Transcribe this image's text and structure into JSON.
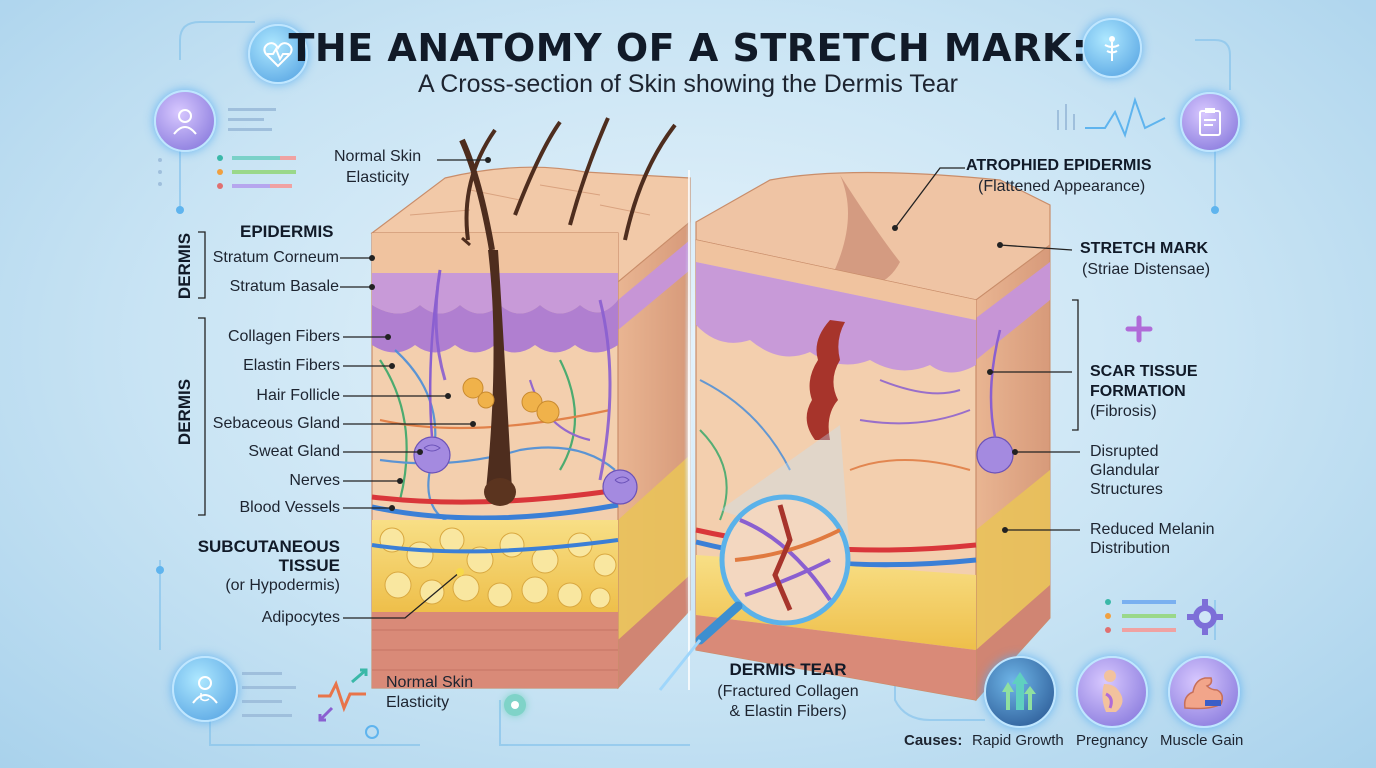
{
  "title": "THE ANATOMY OF A STRETCH MARK:",
  "subtitle": "A Cross-section of Skin showing the Dermis Tear",
  "left_labels": {
    "normal_skin": [
      "Normal Skin",
      "Elasticity"
    ],
    "epidermis_group": "EPIDERMIS",
    "epidermis_side": "DERMIS",
    "stratum_corneum": "Stratum Corneum",
    "stratum_basale": "Stratum Basale",
    "dermis_side": "DERMIS",
    "collagen": "Collagen Fibers",
    "elastin": "Elastin Fibers",
    "hair_follicle": "Hair Follicle",
    "sebaceous": "Sebaceous Gland",
    "sweat": "Sweat Gland",
    "nerves": "Nerves",
    "blood": "Blood Vessels",
    "subcutaneous": [
      "SUBCUTANEOUS",
      "TISSUE"
    ],
    "hypodermis": "(or Hypodermis)",
    "adipocytes": "Adipocytes"
  },
  "right_labels": {
    "atrophied": "ATROPHIED EPIDERMIS",
    "atrophied_sub": "(Flattened Appearance)",
    "stretch_mark": "STRETCH MARK",
    "stretch_mark_sub": "(Striae Distensae)",
    "scar": [
      "SCAR TISSUE",
      "FORMATION"
    ],
    "scar_sub": "(Fibrosis)",
    "disrupted": [
      "Disrupted",
      "Glandular",
      "Structures"
    ],
    "melanin": [
      "Reduced Melanin",
      "Distribution"
    ]
  },
  "dermis_tear": {
    "heading": "DERMIS TEAR",
    "sub": [
      "(Fractured Collagen",
      "& Elastin Fibers)"
    ]
  },
  "bottom_left": [
    "Normal Skin",
    "Elasticity"
  ],
  "causes": {
    "label": "Causes:",
    "items": [
      "Rapid Growth",
      "Pregnancy",
      "Muscle Gain"
    ]
  },
  "icons": [
    "heart-monitor-icon",
    "medical-symbol-icon",
    "user-icon",
    "clipboard-icon",
    "doctor-icon",
    "elasticity-arrows-icon",
    "gear-icon",
    "plus-icon",
    "growth-arrows-icon",
    "pregnancy-icon",
    "muscle-icon"
  ],
  "colors": {
    "epidermis": "#f0c7a4",
    "basal_layer": "#c89ad8",
    "dermis": "#f3cfae",
    "fat": "#f5d36a",
    "muscle": "#d98a78",
    "accent": "#4aa8e8"
  }
}
